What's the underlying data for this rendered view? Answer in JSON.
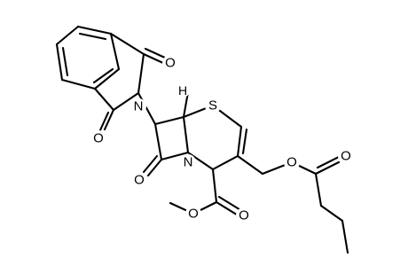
{
  "molecule": {
    "atoms": [
      {
        "id": "O_phth_top",
        "symbol": "O"
      },
      {
        "id": "O_phth_bot",
        "symbol": "O"
      },
      {
        "id": "N_phth",
        "symbol": "N"
      },
      {
        "id": "H_stereo",
        "symbol": "H"
      },
      {
        "id": "S_ring",
        "symbol": "S"
      },
      {
        "id": "N_lactam",
        "symbol": "N"
      },
      {
        "id": "O_lactam",
        "symbol": "O"
      },
      {
        "id": "O_ester_link",
        "symbol": "O"
      },
      {
        "id": "O_butyrate_carbonyl",
        "symbol": "O"
      },
      {
        "id": "O_carboxy_carbonyl",
        "symbol": "O"
      },
      {
        "id": "O_methoxy",
        "symbol": "O"
      }
    ]
  },
  "colors": {
    "bond": "#000000",
    "label": "#000000",
    "background": "#ffffff"
  }
}
